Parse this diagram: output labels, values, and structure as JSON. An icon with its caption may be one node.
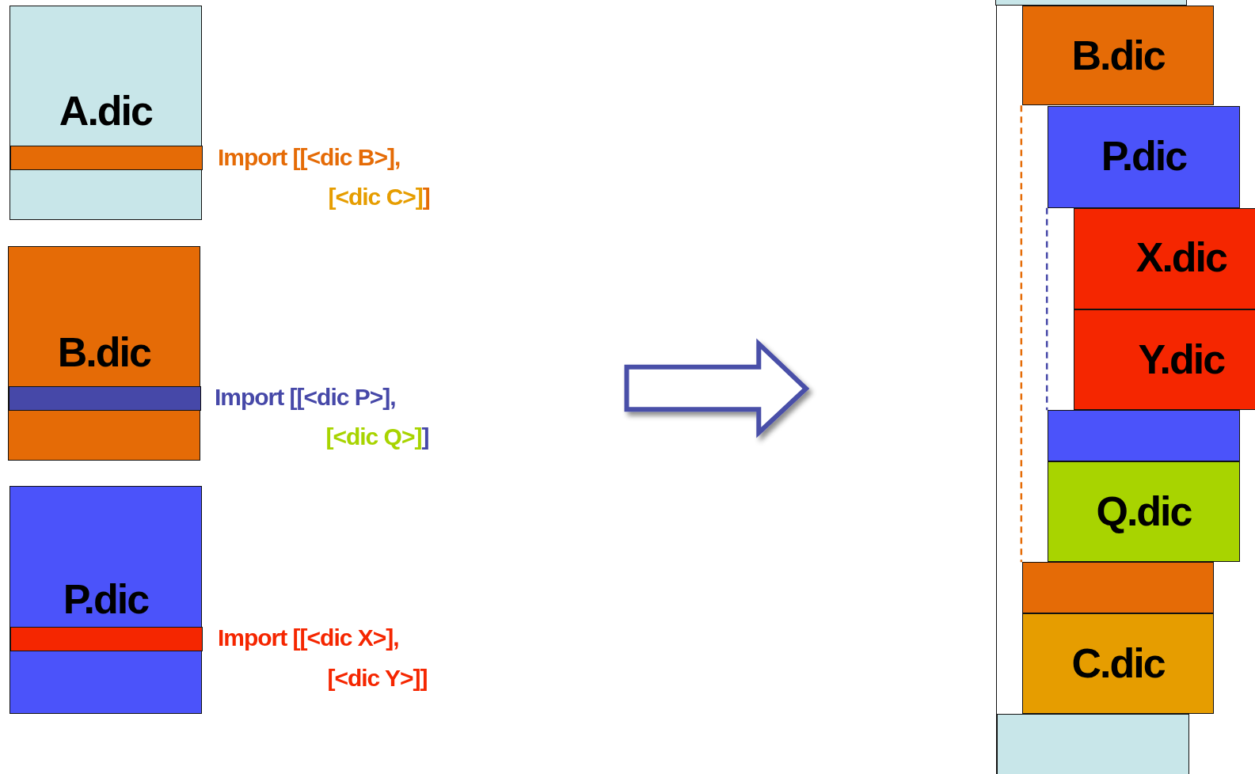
{
  "diagram": {
    "nodes": [
      {
        "text": [
          "A.dic"
        ]
      },
      {
        "text": [],
        "shape": "bar",
        "in": 0,
        "beside": [
          "Import [[<dic B>],",
          "[<dic C>]]"
        ]
      },
      {
        "text": [
          "B.dic"
        ]
      },
      {
        "text": [],
        "shape": "bar",
        "in": 2,
        "beside": [
          "Import [[<dic P>],",
          "[<dic Q>]]"
        ]
      },
      {
        "text": [
          "P.dic"
        ]
      },
      {
        "text": [],
        "shape": "bar",
        "in": 4,
        "beside": [
          "Import [[<dic X>],",
          "[<dic Y>]]"
        ]
      },
      {
        "text": [],
        "shape": "box"
      },
      {
        "text": [],
        "shape": "bar",
        "in": 6
      },
      {
        "text": [
          "B.dic"
        ],
        "in": 6
      },
      {
        "text": [
          "P.dic"
        ],
        "in": 6
      },
      {
        "text": [
          "X.dic"
        ],
        "in": 6
      },
      {
        "text": [
          "Y.dic"
        ],
        "in": 6
      },
      {
        "text": [],
        "shape": "bar",
        "in": 6
      },
      {
        "text": [
          "Q.dic"
        ],
        "in": 6
      },
      {
        "text": [],
        "shape": "bar",
        "in": 6
      },
      {
        "text": [
          "C.dic"
        ],
        "in": 6
      },
      {
        "text": [],
        "shape": "bar",
        "in": 6
      }
    ],
    "edges": []
  }
}
